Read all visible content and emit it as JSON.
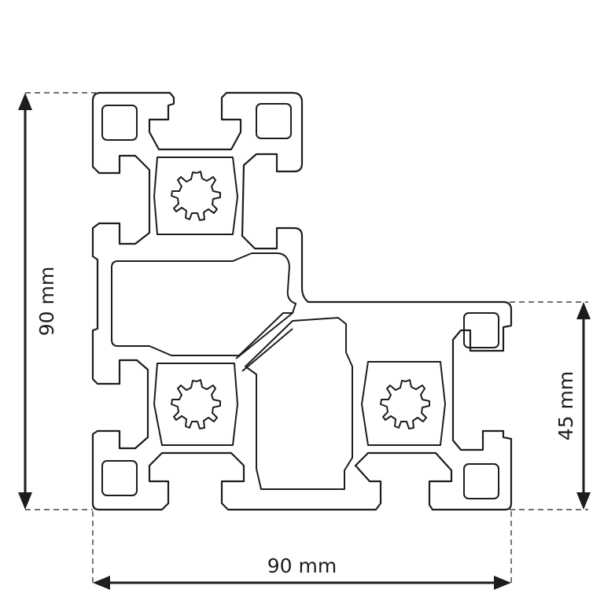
{
  "dimensions": {
    "height_label": "90 mm",
    "width_label": "90 mm",
    "leg_height_label": "45 mm"
  },
  "colors": {
    "line": "#1d1d1b",
    "background": "#ffffff"
  }
}
